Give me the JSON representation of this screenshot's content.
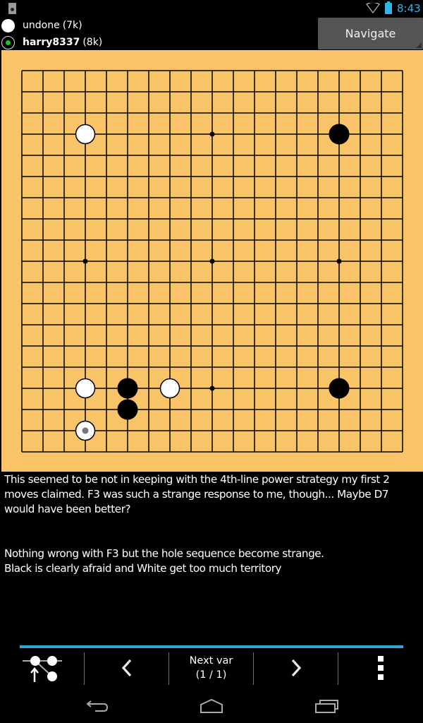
{
  "status_bar": {
    "time": "8:43",
    "icons": [
      "sd-card-icon",
      "wifi-icon",
      "battery-icon"
    ],
    "accent_color": "#33b5e5"
  },
  "players": {
    "white": {
      "name": "undone",
      "rank": "(7k)",
      "stone": "white"
    },
    "black": {
      "name": "harry8337",
      "rank": "(8k)",
      "stone": "black",
      "to_move": true
    }
  },
  "header": {
    "navigate_label": "Navigate"
  },
  "board": {
    "size": 19,
    "background": "#f9c468",
    "star_points": [
      [
        3,
        3
      ],
      [
        9,
        3
      ],
      [
        15,
        3
      ],
      [
        3,
        9
      ],
      [
        9,
        9
      ],
      [
        15,
        9
      ],
      [
        3,
        15
      ],
      [
        9,
        15
      ],
      [
        15,
        15
      ]
    ],
    "stones": [
      {
        "color": "white",
        "col": 3,
        "row": 3
      },
      {
        "color": "black",
        "col": 15,
        "row": 3
      },
      {
        "color": "white",
        "col": 3,
        "row": 15
      },
      {
        "color": "black",
        "col": 5,
        "row": 15
      },
      {
        "color": "white",
        "col": 7,
        "row": 15
      },
      {
        "color": "black",
        "col": 15,
        "row": 15
      },
      {
        "color": "black",
        "col": 5,
        "row": 16
      },
      {
        "color": "white",
        "col": 3,
        "row": 17,
        "last_move": true
      }
    ]
  },
  "comment": {
    "paragraphs": [
      "This seemed to be not in keeping with the 4th-line power strategy my first 2 moves claimed.  F3 was such a strange response to me, though...  Maybe D7 would have been better?",
      "Nothing wrong with F3 but the hole sequence become strange.",
      "Black is clearly afraid and White get too much territory"
    ]
  },
  "toolbar": {
    "variation_tree_icon": "variation-tree-icon",
    "prev_icon": "chevron-left-icon",
    "next_var_label": "Next var",
    "next_var_count": "(1 / 1)",
    "next_icon": "chevron-right-icon",
    "overflow_icon": "overflow-menu-icon",
    "accent_color": "#33a5d5"
  },
  "navbar": {
    "buttons": [
      "back-icon",
      "home-icon",
      "recent-apps-icon"
    ]
  }
}
